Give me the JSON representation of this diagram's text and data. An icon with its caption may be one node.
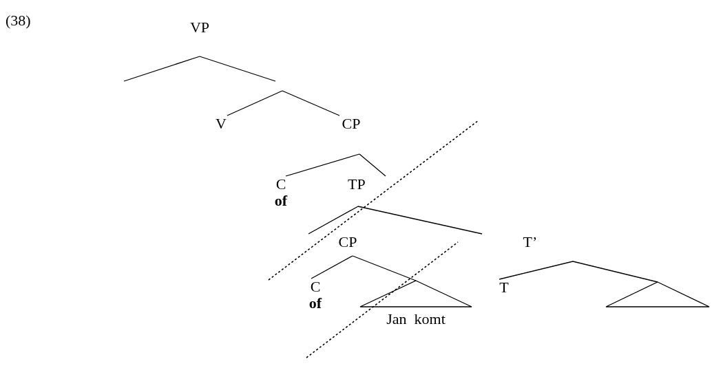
{
  "diagram": {
    "nodes": [
      {
        "text": [
          "VP"
        ]
      },
      {
        "text": [
          "V"
        ]
      },
      {
        "text": [
          "CP"
        ]
      },
      {
        "text": [
          "C",
          "of"
        ]
      },
      {
        "text": [
          "TP"
        ]
      },
      {
        "text": [
          "CP"
        ]
      },
      {
        "text": [
          "T’"
        ]
      },
      {
        "text": [
          "C",
          "of"
        ]
      },
      {
        "text": [],
        "shape": "triangle",
        "beside": [
          "Jan  komt"
        ]
      },
      {
        "text": [
          "T"
        ]
      },
      {
        "text": [],
        "shape": "triangle"
      }
    ],
    "edges": [
      {
        "from": 0,
        "to": null,
        "arrow": "none"
      },
      {
        "from": 0,
        "to": null,
        "arrow": "none"
      },
      {
        "from": null,
        "to": 1,
        "arrow": "none"
      },
      {
        "from": null,
        "to": 2,
        "arrow": "none"
      },
      {
        "from": 2,
        "to": 3,
        "arrow": "none"
      },
      {
        "from": 2,
        "to": 4,
        "arrow": "none"
      },
      {
        "from": 4,
        "to": 5,
        "arrow": "none"
      },
      {
        "from": 4,
        "to": 6,
        "arrow": "none"
      },
      {
        "from": 5,
        "to": 7,
        "arrow": "none"
      },
      {
        "from": 5,
        "to": 8,
        "arrow": "none"
      },
      {
        "from": 6,
        "to": 9,
        "arrow": "none"
      },
      {
        "from": 6,
        "to": 10,
        "arrow": "none"
      }
    ],
    "labels": [
      "(38)"
    ]
  }
}
